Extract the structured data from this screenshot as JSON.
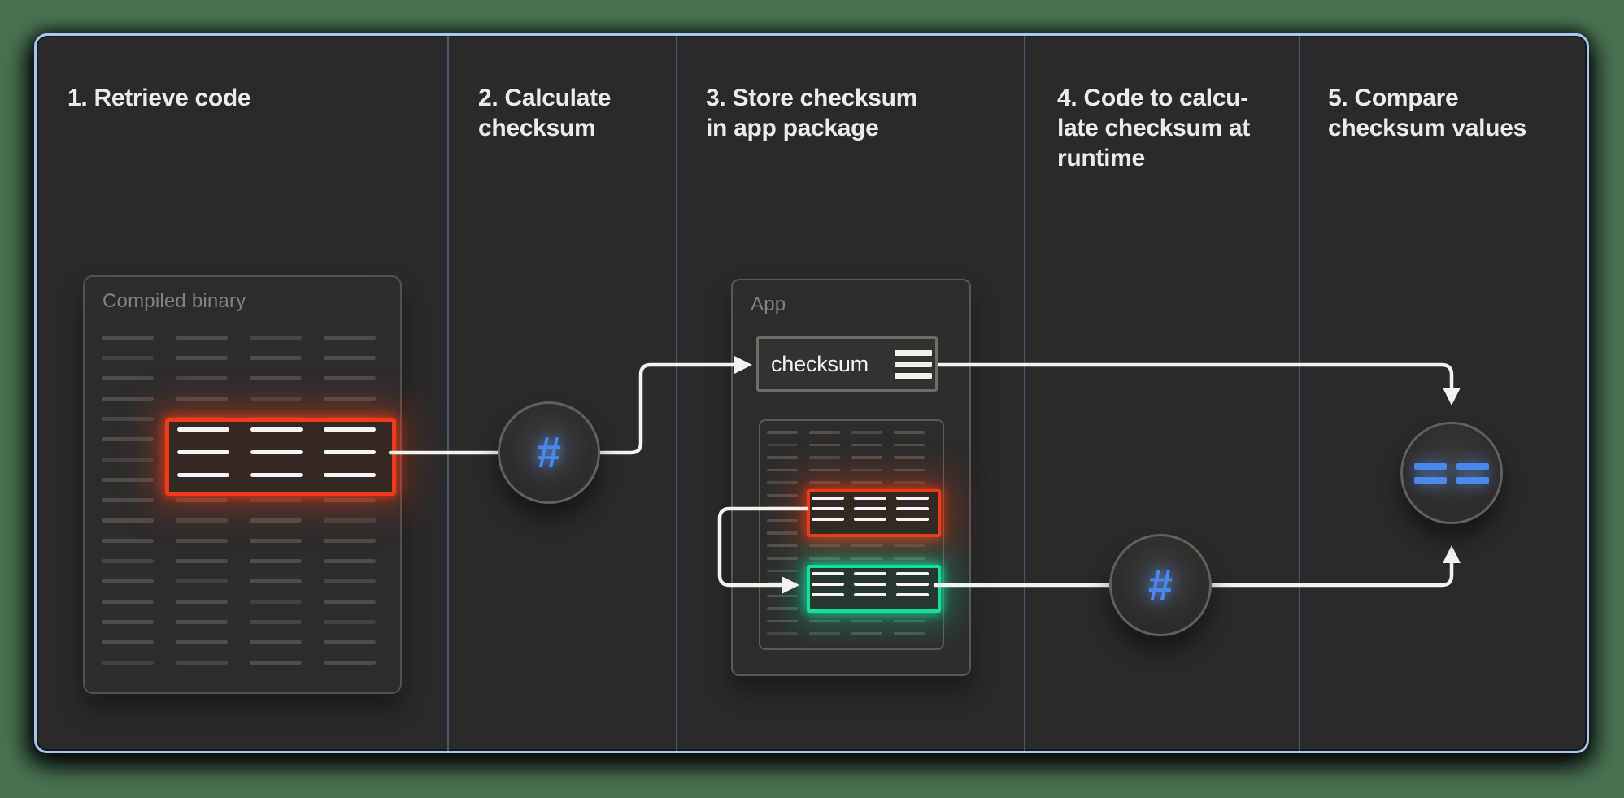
{
  "steps": [
    {
      "label": "1. Retrieve code"
    },
    {
      "label": "2. Calculate\nchecksum"
    },
    {
      "label": "3. Store checksum\nin app package"
    },
    {
      "label": "4. Code to calcu-\nlate checksum at\nruntime"
    },
    {
      "label": "5. Compare\nchecksum values"
    }
  ],
  "binary_card": {
    "title": "Compiled binary"
  },
  "app_card": {
    "title": "App",
    "checksum_box": {
      "label": "checksum",
      "icon": "menu-icon"
    }
  },
  "nodes": {
    "hash_runtime_1": "#",
    "hash_runtime_2": "#",
    "compare_icon": "equals-icon"
  },
  "colors": {
    "page_background": "#497150",
    "panel_background": "#2b2a2a",
    "panel_border": "#a9c5f0",
    "column_divider": "#4c6076",
    "highlight_red": "#f1391b",
    "highlight_green": "#14dfa3",
    "accent_blue": "#4a88ec",
    "connector_white": "#f4f2ef",
    "text_primary": "#edeae7",
    "text_muted": "#83817e"
  }
}
